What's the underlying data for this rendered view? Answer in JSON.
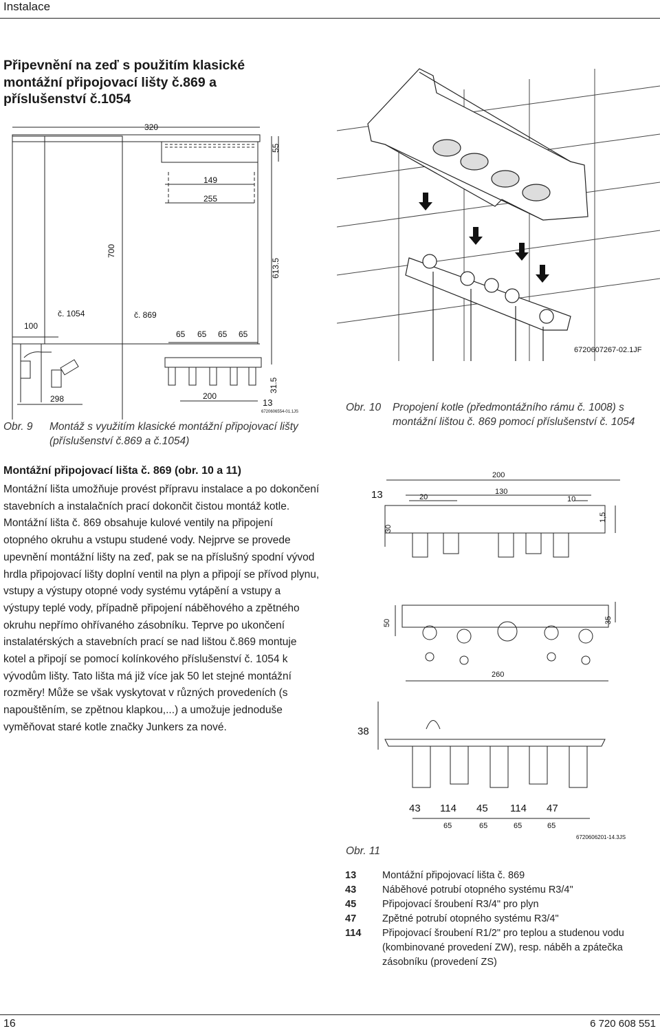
{
  "header": {
    "section": "Instalace"
  },
  "title": "Připevnění na zeď s použitím klasické montážní připojovací lišty č.869 a příslušenství č.1054",
  "figure9": {
    "dims": {
      "d320": "320",
      "d55": "55",
      "d149": "149",
      "d255": "255",
      "d700": "700",
      "d613": "613.5",
      "d100": "100",
      "d65a": "65",
      "d65b": "65",
      "d65c": "65",
      "d65d": "65",
      "d298": "298",
      "d200": "200",
      "d13": "13",
      "d315": "31.5"
    },
    "labels": {
      "c1054": "č. 1054",
      "c869": "č. 869"
    },
    "code": "6720606554-01.1JS",
    "caption_num": "Obr. 9",
    "caption_text": "Montáž s využitím klasické montážní připojovací lišty (příslušenství č.869 a č.1054)"
  },
  "figure10": {
    "code": "6720607267-02.1JF",
    "caption_num": "Obr. 10",
    "caption_text": "Propojení kotle (předmontážního rámu č. 1008) s montážní lištou č. 869 pomocí příslušenství č. 1054"
  },
  "subheading": "Montážní připojovací lišta č. 869 (obr. 10 a 11)",
  "body": "Montážní lišta umožňuje provést přípravu instalace a po dokončení stavebních a instalačních prací dokončit čistou montáž kotle. Montážní lišta č. 869 obsahuje kulové ventily na připojení otopného okruhu a vstupu studené vody. Nejprve se provede upevnění montážní lišty na zeď, pak se na příslušný spodní vývod hrdla připojovací lišty doplní ventil na plyn a připojí se přívod plynu, vstupy a výstupy otopné vody systému vytápění a vstupy a výstupy teplé vody, případně připojení náběhového a zpětného okruhu nepřímo ohřívaného zásobníku. Teprve po ukončení instalatérských a stavebních prací se nad lištou č.869 montuje kotel a připojí se pomocí kolínkového příslušenství č. 1054 k vývodům lišty. Tato lišta má již více jak 50 let stejné montážní rozměry! Může se však vyskytovat v různých provedeních (s napouštěním, se zpětnou klapkou,...) a umožuje jednoduše vyměňovat staré kotle značky Junkers za nové.",
  "figure11": {
    "dims": {
      "d200": "200",
      "d13": "13",
      "d20": "20",
      "d130": "130",
      "d10": "10",
      "d30": "30",
      "d15": "1,5",
      "d50": "50",
      "d35": "35",
      "d260": "260",
      "d38": "38",
      "p43": "43",
      "p114a": "114",
      "p45": "45",
      "p114b": "114",
      "p47": "47",
      "s65a": "65",
      "s65b": "65",
      "s65c": "65",
      "s65d": "65"
    },
    "code": "6720606201-14.3JS",
    "caption_num": "Obr. 11"
  },
  "legend": [
    {
      "key": "13",
      "text": "Montážní připojovací lišta č. 869"
    },
    {
      "key": "43",
      "text": "Náběhové potrubí otopného systému R3/4\""
    },
    {
      "key": "45",
      "text": "Připojovací šroubení R3/4\" pro plyn"
    },
    {
      "key": "47",
      "text": "Zpětné potrubí otopného systému R3/4\""
    },
    {
      "key": "114",
      "text": "Připojovací šroubení R1/2\" pro teplou a studenou vodu (kombinované provedení ZW), resp. náběh a zpátečka zásobníku (provedení ZS)"
    }
  ],
  "footer": {
    "page": "16",
    "doc": "6 720 608 551"
  }
}
